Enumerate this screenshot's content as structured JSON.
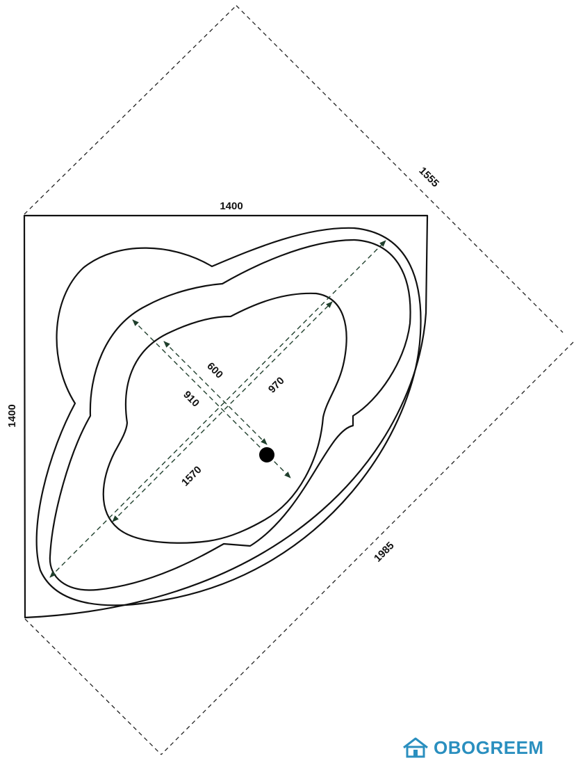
{
  "dimensions": {
    "top_width": "1400",
    "left_height": "1400",
    "diagonal_back": "1555",
    "diagonal_front": "1985",
    "inner_600": "600",
    "inner_910": "910",
    "inner_970": "970",
    "inner_1570": "1570"
  },
  "brand": {
    "name": "OBOGREEM",
    "color": "#2a8fbf",
    "icon": "house-icon"
  }
}
